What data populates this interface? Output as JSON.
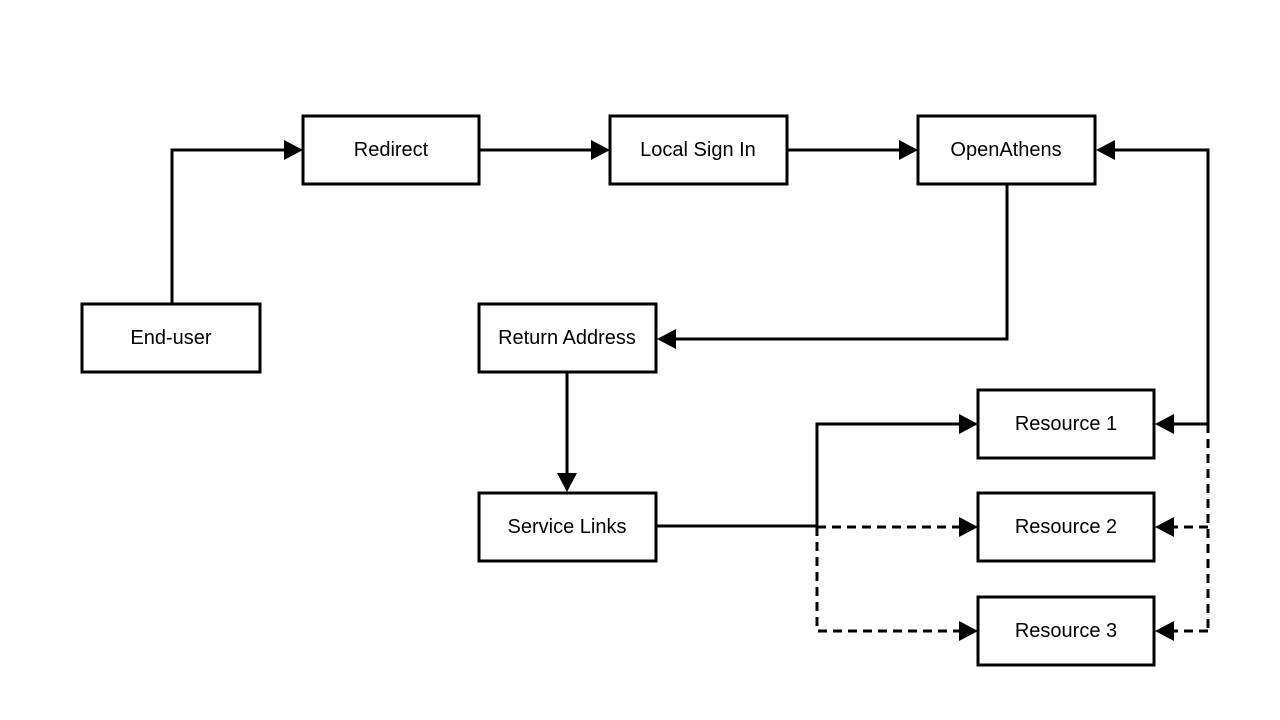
{
  "nodes": {
    "end_user": "End-user",
    "redirect": "Redirect",
    "local_sign_in": "Local Sign In",
    "openathens": "OpenAthens",
    "return_address": "Return Address",
    "service_links": "Service Links",
    "resource_1": "Resource 1",
    "resource_2": "Resource 2",
    "resource_3": "Resource 3"
  },
  "edges": [
    {
      "from": "end_user",
      "to": "redirect",
      "style": "solid"
    },
    {
      "from": "redirect",
      "to": "local_sign_in",
      "style": "solid"
    },
    {
      "from": "local_sign_in",
      "to": "openathens",
      "style": "solid"
    },
    {
      "from": "openathens",
      "to": "return_address",
      "style": "solid"
    },
    {
      "from": "return_address",
      "to": "service_links",
      "style": "solid"
    },
    {
      "from": "service_links",
      "to": "resource_1",
      "style": "solid"
    },
    {
      "from": "service_links",
      "to": "resource_2",
      "style": "dashed"
    },
    {
      "from": "service_links",
      "to": "resource_3",
      "style": "dashed"
    },
    {
      "from": "resource_1",
      "to": "openathens",
      "style": "solid"
    },
    {
      "from": "resource_2",
      "to": "openathens",
      "style": "dashed"
    },
    {
      "from": "resource_3",
      "to": "openathens",
      "style": "dashed"
    }
  ],
  "colors": {
    "stroke": "#000000",
    "fill": "#ffffff",
    "background": "#ffffff"
  }
}
